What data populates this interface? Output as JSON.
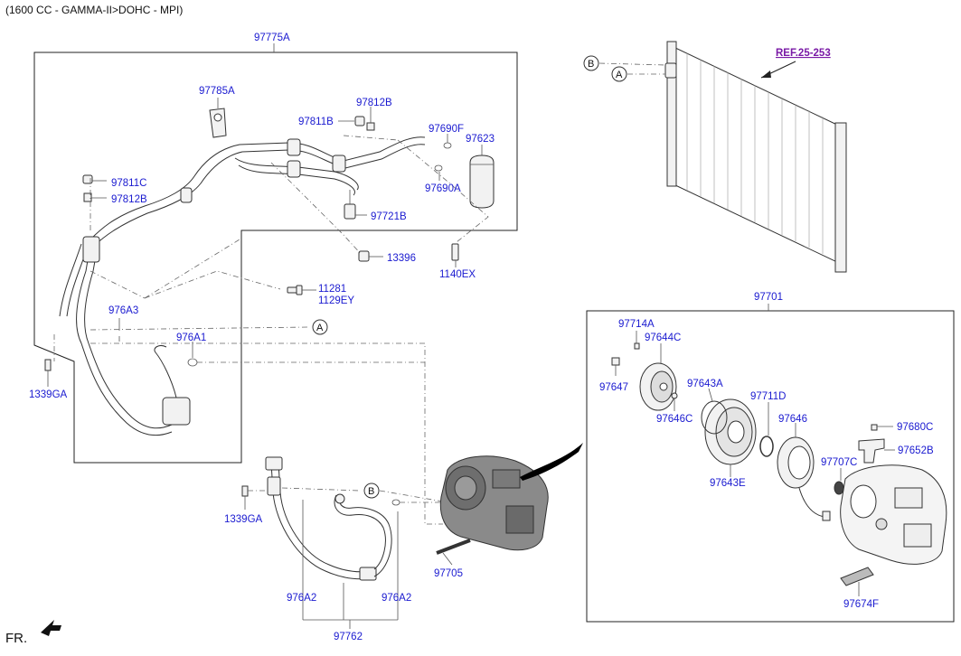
{
  "header": {
    "title": "(1600 CC - GAMMA-II>DOHC - MPI)"
  },
  "reference": {
    "label": "REF.25-253"
  },
  "direction": {
    "label": "FR."
  },
  "callouts": {
    "a": "A",
    "b": "B"
  },
  "parts": {
    "p97775A": "97775A",
    "p97785A": "97785A",
    "p97812B_top": "97812B",
    "p97811B": "97811B",
    "p97690F": "97690F",
    "p97623": "97623",
    "p97811C": "97811C",
    "p97812B_left": "97812B",
    "p97690A": "97690A",
    "p97721B": "97721B",
    "p13396": "13396",
    "p1140EX": "1140EX",
    "p11281": "11281",
    "p1129EY": "1129EY",
    "p976A3": "976A3",
    "p976A1": "976A1",
    "p1339GA_left": "1339GA",
    "p1339GA_lower": "1339GA",
    "p976A2_left": "976A2",
    "p976A2_right": "976A2",
    "p97762": "97762",
    "p97705": "97705",
    "p97701": "97701",
    "p97714A": "97714A",
    "p97644C": "97644C",
    "p97647": "97647",
    "p97646C": "97646C",
    "p97643A": "97643A",
    "p97711D": "97711D",
    "p97646": "97646",
    "p97680C": "97680C",
    "p97652B": "97652B",
    "p97707C": "97707C",
    "p97643E": "97643E",
    "p97674F": "97674F"
  }
}
